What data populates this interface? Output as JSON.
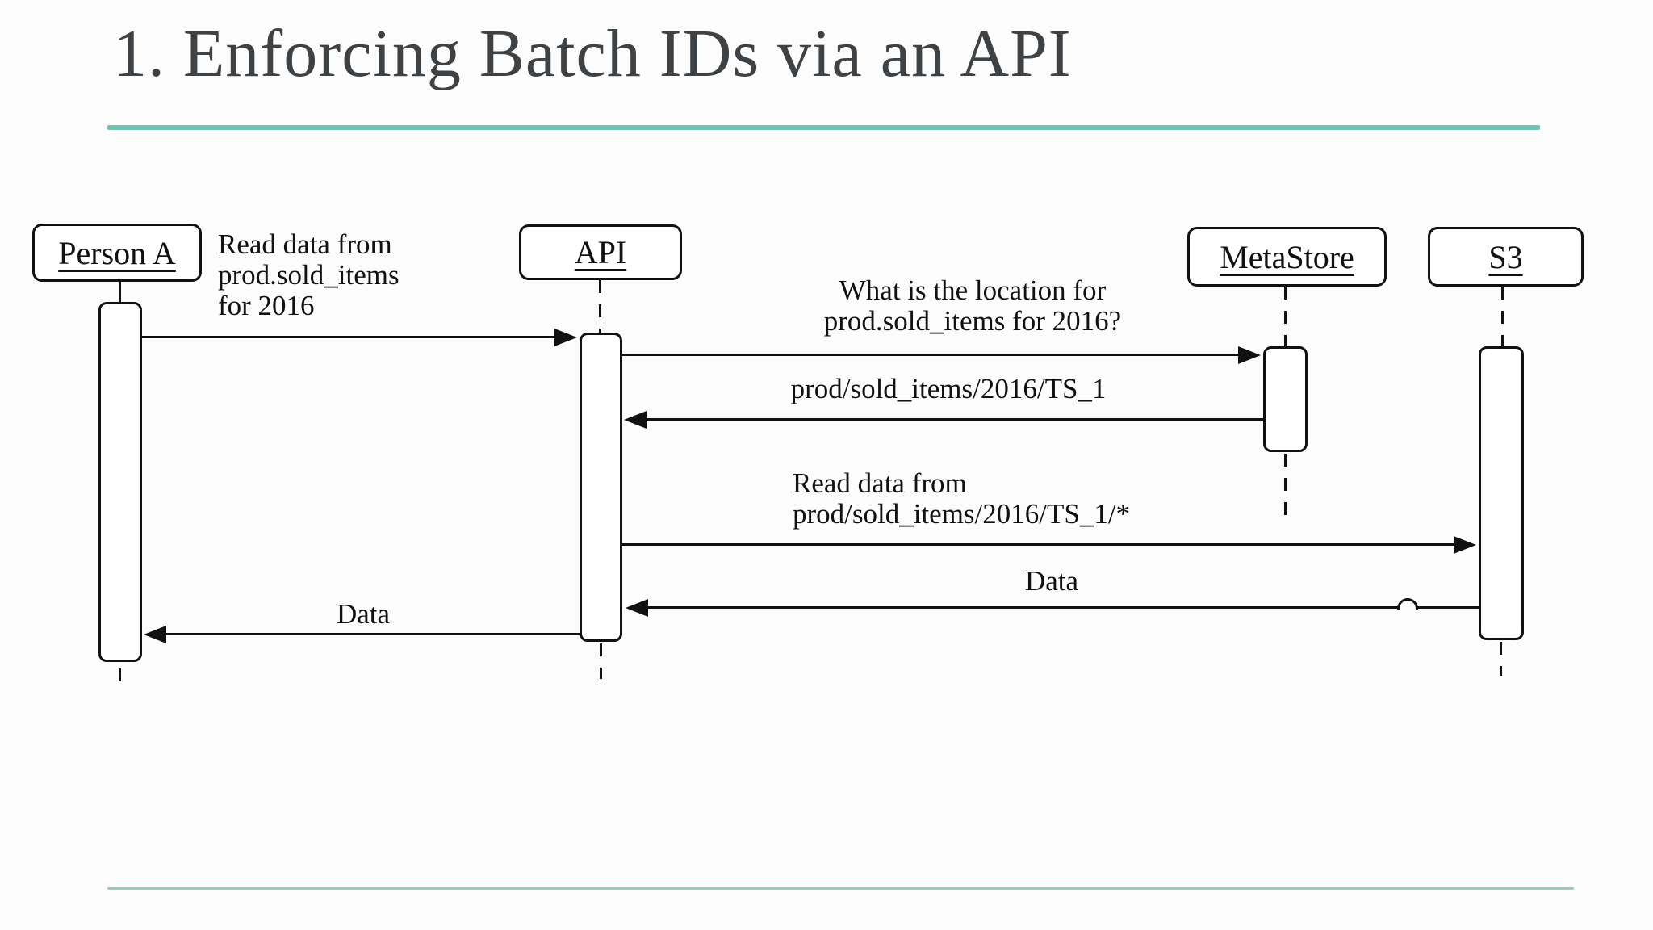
{
  "slide": {
    "title": "1. Enforcing Batch IDs via an API",
    "accent_color": "#74c4b3",
    "accent_color_light": "#93ccbd"
  },
  "diagram": {
    "type": "sequence-diagram",
    "actors": [
      {
        "id": "person-a",
        "label": "Person A"
      },
      {
        "id": "api",
        "label": "API"
      },
      {
        "id": "metastore",
        "label": "MetaStore"
      },
      {
        "id": "s3",
        "label": "S3"
      }
    ],
    "messages": [
      {
        "from": "Person A",
        "to": "API",
        "lines": [
          "Read data from",
          "prod.sold_items",
          "for 2016"
        ]
      },
      {
        "from": "API",
        "to": "MetaStore",
        "lines": [
          "What is the location for",
          "prod.sold_items for 2016?"
        ]
      },
      {
        "from": "MetaStore",
        "to": "API",
        "lines": [
          "prod/sold_items/2016/TS_1"
        ]
      },
      {
        "from": "API",
        "to": "S3",
        "lines": [
          "Read data from",
          "prod/sold_items/2016/TS_1/*"
        ]
      },
      {
        "from": "S3",
        "to": "API",
        "lines": [
          "Data"
        ]
      },
      {
        "from": "API",
        "to": "Person A",
        "lines": [
          "Data"
        ]
      }
    ]
  }
}
